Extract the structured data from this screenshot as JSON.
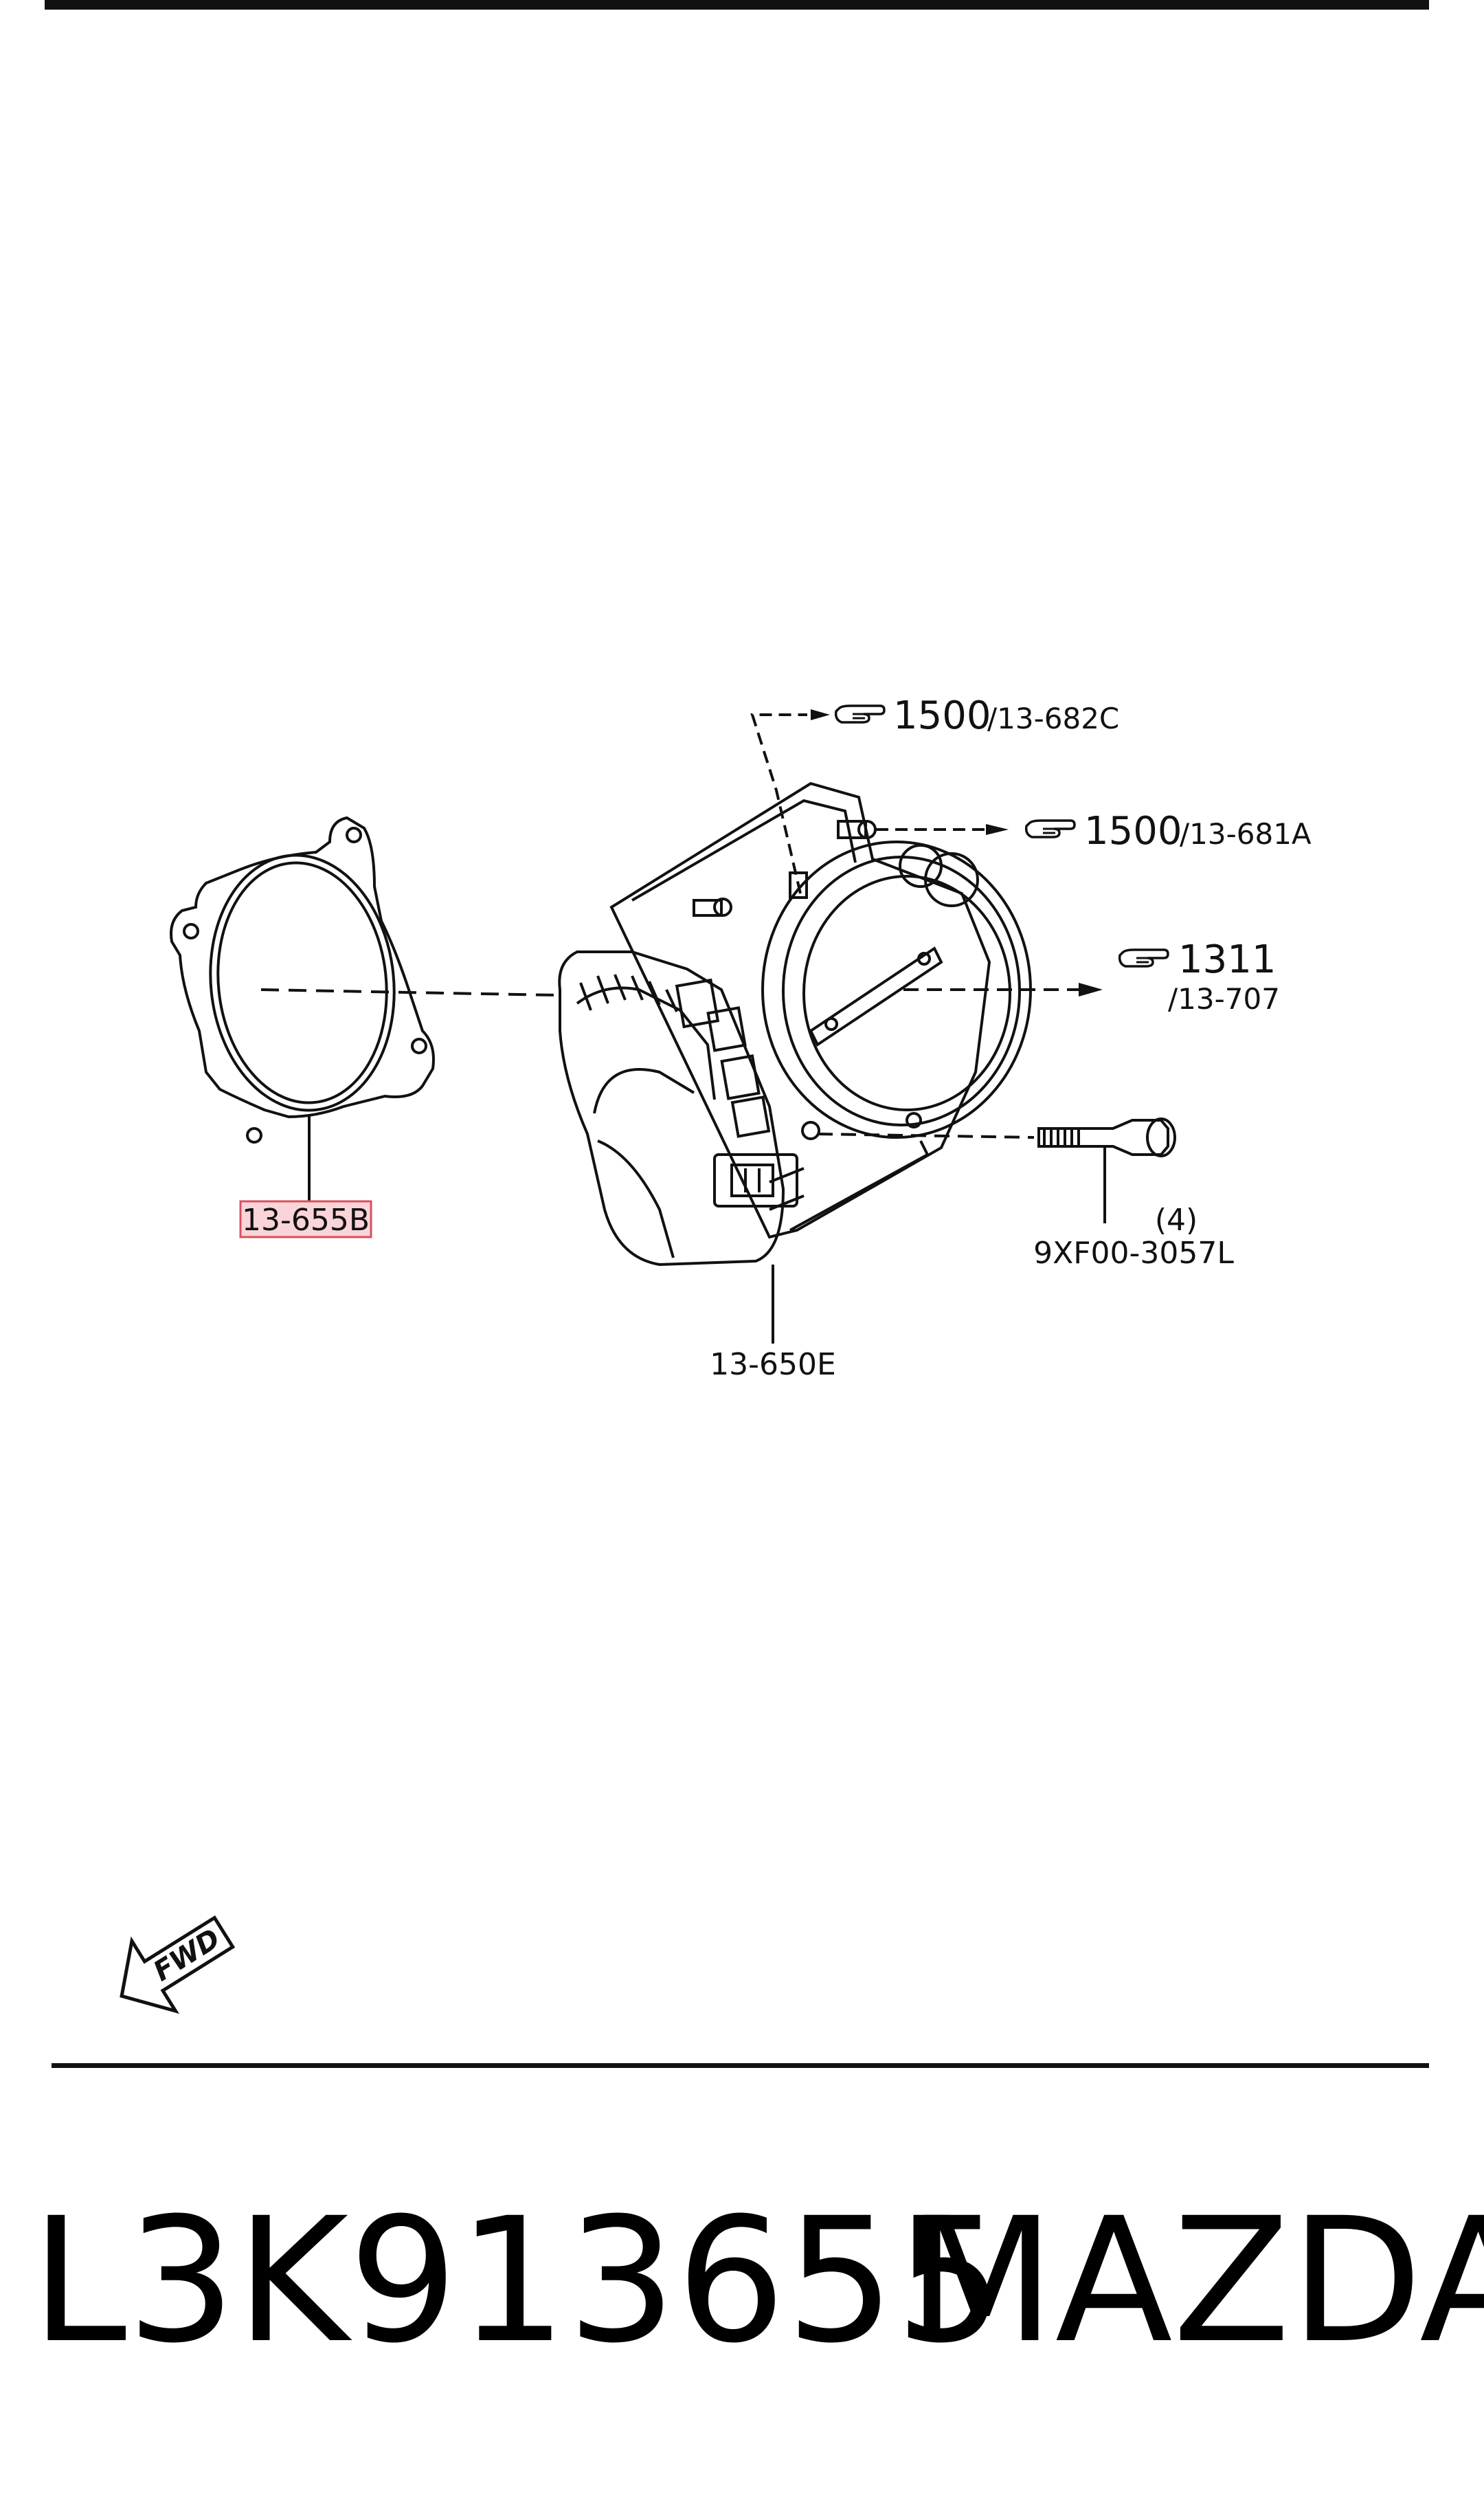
{
  "refs": {
    "top": {
      "main": "1500",
      "sub": "/13-682C"
    },
    "mid": {
      "main": "1500",
      "sub": "/13-681A"
    },
    "right": {
      "main": "1311",
      "sub": "/13-707"
    }
  },
  "parts": {
    "gasket": "13-655B",
    "throttle_body": "13-650E",
    "bolt_qty": "(4)",
    "bolt": "9XF00-3057L"
  },
  "fwd_label": "FWD",
  "footer": {
    "part_number": "L3K913655",
    "brand": "MAZDA"
  },
  "colors": {
    "highlight_fill": "#f9d4d8",
    "highlight_stroke": "#d9505f"
  },
  "icons": [
    "hand-pointer-icon",
    "fwd-arrow-icon"
  ]
}
